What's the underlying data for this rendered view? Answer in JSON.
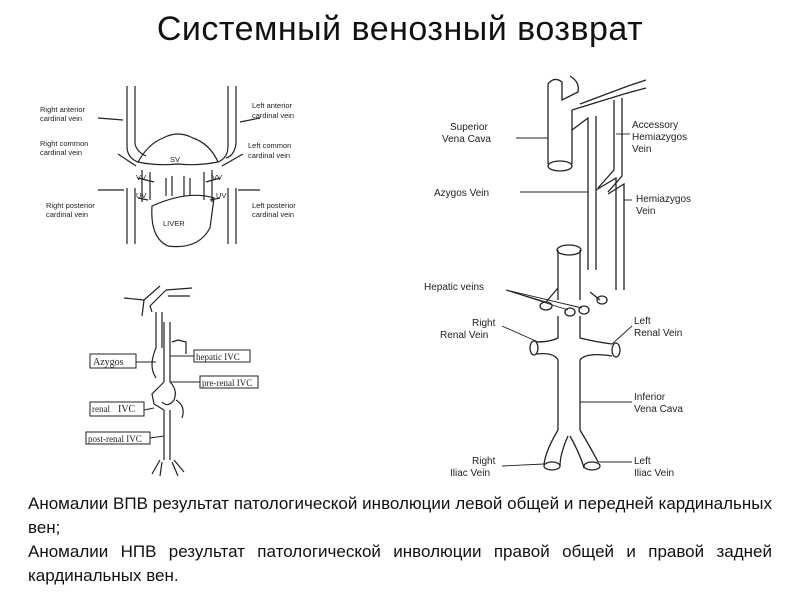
{
  "title": "Системный венозный возврат",
  "fig1": {
    "labels": {
      "rac": [
        "Right anterior",
        "cardinal vein"
      ],
      "rcc": [
        "Right common",
        "cardinal vein"
      ],
      "rpc": [
        "Right posterior",
        "cardinal vein"
      ],
      "lac": [
        "Left anterior",
        "cardinal vein"
      ],
      "lcc": [
        "Left common",
        "cardinal vein"
      ],
      "lpc": [
        "Left posterior",
        "cardinal vein"
      ],
      "sv": "SV",
      "vv_l": "VV",
      "vv_r": "VV",
      "uv_l": "UV",
      "uv_r": "UV",
      "liver": "LIVER"
    }
  },
  "fig2": {
    "labels": {
      "azygos": "Azygos",
      "hepatic_ivc": "hepatic IVC",
      "prerenal_ivc": "pre-renal IVC",
      "renal": "renal",
      "ivc": "IVC",
      "postrenal_ivc": "post-renal IVC"
    }
  },
  "fig3": {
    "labels": {
      "svc": [
        "Superior",
        "Vena Cava"
      ],
      "azygos": "Azygos Vein",
      "hepatic": "Hepatic veins",
      "r_renal": [
        "Right",
        "Renal Vein"
      ],
      "r_iliac": [
        "Right",
        "Iliac Vein"
      ],
      "acc_hemi": [
        "Accessory",
        "Hemiazygos",
        "Vein"
      ],
      "hemi": [
        "Hemiazygos",
        "Vein"
      ],
      "l_renal": [
        "Left",
        "Renal Vein"
      ],
      "ivc": [
        "Inferior",
        "Vena Cava"
      ],
      "l_iliac": [
        "Left",
        "Iliac Vein"
      ]
    }
  },
  "caption": {
    "line1": "Аномалии ВПВ результат патологической инволюции левой общей и передней кардинальных вен;",
    "line2": "Аномалии НПВ результат патологической инволюции правой общей и правой задней кардинальных вен."
  }
}
